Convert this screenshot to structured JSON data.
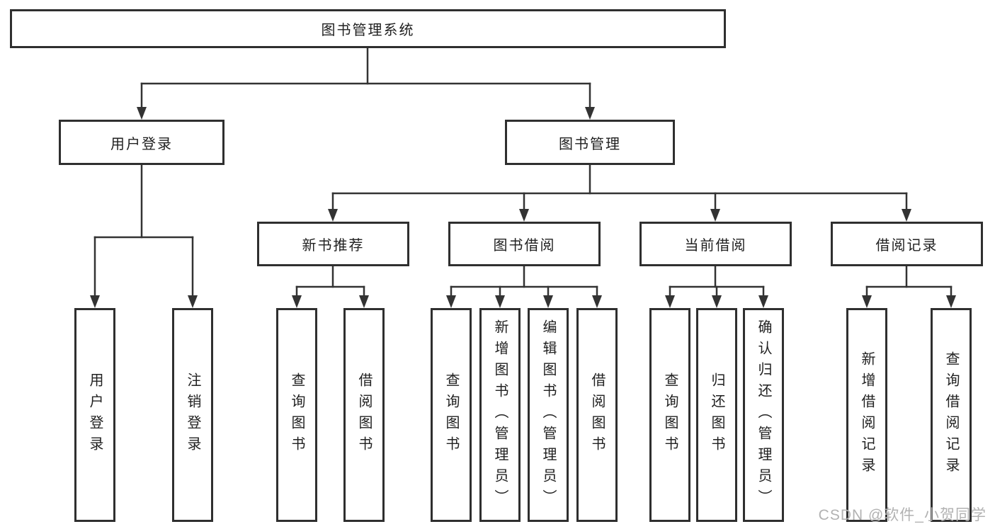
{
  "tree": {
    "label": "图书管理系统",
    "children": [
      {
        "label": "用户登录",
        "children": [
          {
            "label": "用户登录"
          },
          {
            "label": "注销登录"
          }
        ]
      },
      {
        "label": "图书管理",
        "children": [
          {
            "label": "新书推荐",
            "children": [
              {
                "label": "查询图书"
              },
              {
                "label": "借阅图书"
              }
            ]
          },
          {
            "label": "图书借阅",
            "children": [
              {
                "label": "查询图书"
              },
              {
                "label": "新增图书（管理员）"
              },
              {
                "label": "编辑图书（管理员）"
              },
              {
                "label": "借阅图书"
              }
            ]
          },
          {
            "label": "当前借阅",
            "children": [
              {
                "label": "查询图书"
              },
              {
                "label": "归还图书"
              },
              {
                "label": "确认归还（管理员）"
              }
            ]
          },
          {
            "label": "借阅记录",
            "children": [
              {
                "label": "新增借阅记录"
              },
              {
                "label": "查询借阅记录"
              }
            ]
          }
        ]
      }
    ]
  },
  "watermark": {
    "text": "CSDN @软件_小贺同学"
  },
  "colors": {
    "line": "#333333",
    "box_border": "#2f2f2f",
    "box_fill": "#ffffff",
    "text": "#212121",
    "background": "#ffffff",
    "watermark": "#b2b2b2"
  }
}
